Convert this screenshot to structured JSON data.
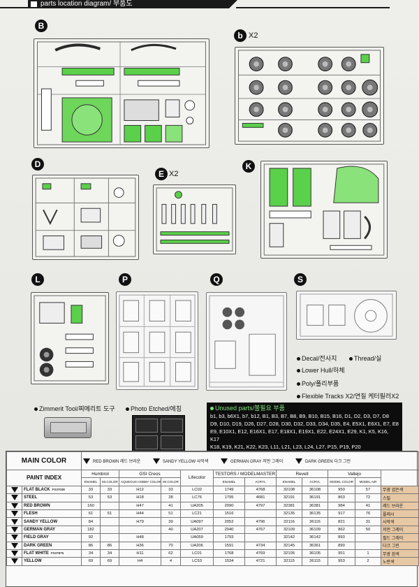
{
  "header": {
    "title": "parts location diagram/ 부품도"
  },
  "sprues": {
    "B": {
      "letter": "B",
      "multiplier": ""
    },
    "b": {
      "letter": "b",
      "multiplier": "X2"
    },
    "D": {
      "letter": "D",
      "multiplier": ""
    },
    "E": {
      "letter": "E",
      "multiplier": "X2"
    },
    "K": {
      "letter": "K",
      "multiplier": ""
    },
    "L": {
      "letter": "L",
      "multiplier": ""
    },
    "P": {
      "letter": "P",
      "multiplier": ""
    },
    "Q": {
      "letter": "Q",
      "multiplier": ""
    },
    "S": {
      "letter": "S",
      "multiplier": ""
    }
  },
  "legend": {
    "decal": "Decal/전사지",
    "thread": "Thread/실",
    "lower_hull": "Lower Hull/하체",
    "poly": "Poly/폴리부품",
    "tracks": "Flexible Tracks X2/연질 케터필러X2",
    "zimmerit": "Zimmerit Tool/찌메리트 도구",
    "photo_etched": "Photo Etched/에칭"
  },
  "unused_parts": {
    "title": "Unused parts/불필요 부품",
    "lines": [
      "b1, b3, b6X1, b7, b12, B1, B3, B7, B8, B9, B10, B15, B16, D1, D2, D3, D7, D8",
      "D9, D10, D19, D26, D27, D28, D30, D32, D33, D34, D35, E4, E5X1, E6X1, E7, E8",
      "E9, E10X1, E12, E16X1, E17, E18X1, E19X1, E22, E24X1, E29, K1, K5, K16, K17",
      "K18, K19, K21, K22, K23, L11, L21, L23, L24, L27, P15, P19, P20"
    ]
  },
  "main_color": {
    "title": "MAIN COLOR",
    "items": [
      {
        "en": "RED BROWN",
        "ko": "레드 브라운"
      },
      {
        "en": "SANDY YELLOW",
        "ko": "사막색"
      },
      {
        "en": "GERMAN GRAY",
        "ko": "저먼 그레이"
      },
      {
        "en": "DARK GREEN",
        "ko": "다크 그린"
      }
    ]
  },
  "paint_table": {
    "index_label": "PAINT INDEX",
    "groups": [
      "Humbrol",
      "GSI Creos",
      "Lifecolor",
      "TESTORS / MODELMASTER",
      "Revell",
      "Vallejo"
    ],
    "subheaders": [
      "ENAMEL",
      "Mr.COLOR",
      "AQUEOUS HOBBY COLOR",
      "Mr.COLOR",
      "",
      "ENAMEL",
      "ACRYL",
      "ENAMEL",
      "ACRYL",
      "MODEL COLOR",
      "MODEL AIR"
    ],
    "rows": [
      {
        "name": "FLAT BLACK",
        "code": "FS37038",
        "cells": [
          "33",
          "33",
          "H12",
          "33",
          "LC02",
          "1749",
          "4768",
          "32108",
          "36108",
          "950",
          "57"
        ],
        "ko": "무광 검은색"
      },
      {
        "name": "STEEL",
        "code": "",
        "cells": [
          "53",
          "53",
          "H18",
          "28",
          "LC76",
          "1795",
          "4681",
          "32191",
          "36191",
          "863",
          "72"
        ],
        "ko": "스틸"
      },
      {
        "name": "RED BROWN",
        "code": "",
        "cells": [
          "160",
          "",
          "H47",
          "41",
          "UA205",
          "2090",
          "4797",
          "32381",
          "36381",
          "984",
          "41"
        ],
        "ko": "레드 브라운"
      },
      {
        "name": "FLESH",
        "code": "",
        "cells": [
          "61",
          "61",
          "H44",
          "51",
          "LC21",
          "1516",
          "",
          "32135",
          "36135",
          "917",
          "76"
        ],
        "ko": "플레시"
      },
      {
        "name": "SANDY YELLOW",
        "code": "",
        "cells": [
          "84",
          "",
          "H79",
          "39",
          "UA097",
          "2052",
          "4796",
          "32116",
          "36116",
          "821",
          "31"
        ],
        "ko": "사막색"
      },
      {
        "name": "GERMAN GRAY",
        "code": "",
        "cells": [
          "182",
          "",
          "",
          "40",
          "UA207",
          "2040",
          "4767",
          "32109",
          "36109",
          "862",
          "50"
        ],
        "ko": "저먼 그레이"
      },
      {
        "name": "FIELD GRAY",
        "code": "",
        "cells": [
          "92",
          "",
          "H48",
          "",
          "UA059",
          "1793",
          "",
          "32142",
          "36142",
          "893",
          ""
        ],
        "ko": "필드 그레이"
      },
      {
        "name": "DARK GREEN",
        "code": "",
        "cells": [
          "86",
          "86",
          "H36",
          "70",
          "UA206",
          "1591",
          "4734",
          "32145",
          "36361",
          "890",
          ""
        ],
        "ko": "다크 그린"
      },
      {
        "name": "FLAT WHITE",
        "code": "FS37875",
        "cells": [
          "34",
          "34",
          "H11",
          "62",
          "LC01",
          "1768",
          "4769",
          "32105",
          "36105",
          "951",
          "1"
        ],
        "ko": "무광 흰색"
      },
      {
        "name": "YELLOW",
        "code": "",
        "cells": [
          "69",
          "69",
          "H4",
          "4",
          "LC53",
          "1534",
          "4721",
          "32115",
          "36115",
          "953",
          "2"
        ],
        "ko": "노란색"
      }
    ]
  },
  "colors": {
    "accent_green": "#5bd04a",
    "unused_green": "#7ee07a",
    "korean_col_bg": "#e7c8a4"
  }
}
